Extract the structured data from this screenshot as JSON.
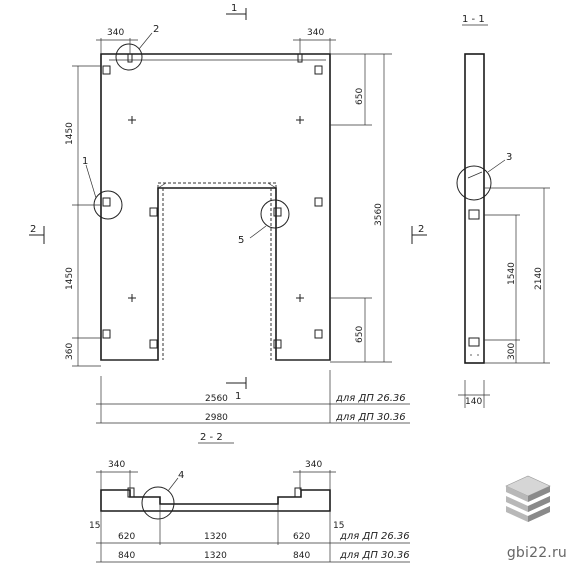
{
  "front_view": {
    "top_left_offset": "340",
    "top_right_offset": "340",
    "left_upper_height": "1450",
    "left_lower_height": "1450",
    "left_bottom_height": "360",
    "right_upper_height": "650",
    "right_total_height": "3560",
    "right_lower_height": "650",
    "width_short": "2560",
    "width_long": "2980",
    "width_short_note": "для ДП 26.36",
    "width_long_note": "для ДП 30.36",
    "callouts": [
      "1",
      "2",
      "5"
    ],
    "section_mark_top": "1",
    "section_mark_bottom": "1",
    "section_mark_left": "2",
    "section_mark_right": "2"
  },
  "section_1_1": {
    "title": "1 - 1",
    "callout": "3",
    "dim_2140": "2140",
    "dim_1540": "1540",
    "dim_300": "300",
    "dim_140": "140"
  },
  "section_2_2": {
    "title": "2 - 2",
    "callout": "4",
    "top_left": "340",
    "top_right": "340",
    "edge_left": "15",
    "edge_right": "15",
    "row1": [
      "620",
      "1320",
      "620"
    ],
    "row1_note": "для ДП 26.36",
    "row2": [
      "840",
      "1320",
      "840"
    ],
    "row2_note": "для ДП 30.36"
  },
  "logo": {
    "name": "gbi-logo-icon",
    "text": "gbi22.ru",
    "colors": [
      "#b8b8b8",
      "#8a8a8a",
      "#d6d6d6"
    ]
  }
}
